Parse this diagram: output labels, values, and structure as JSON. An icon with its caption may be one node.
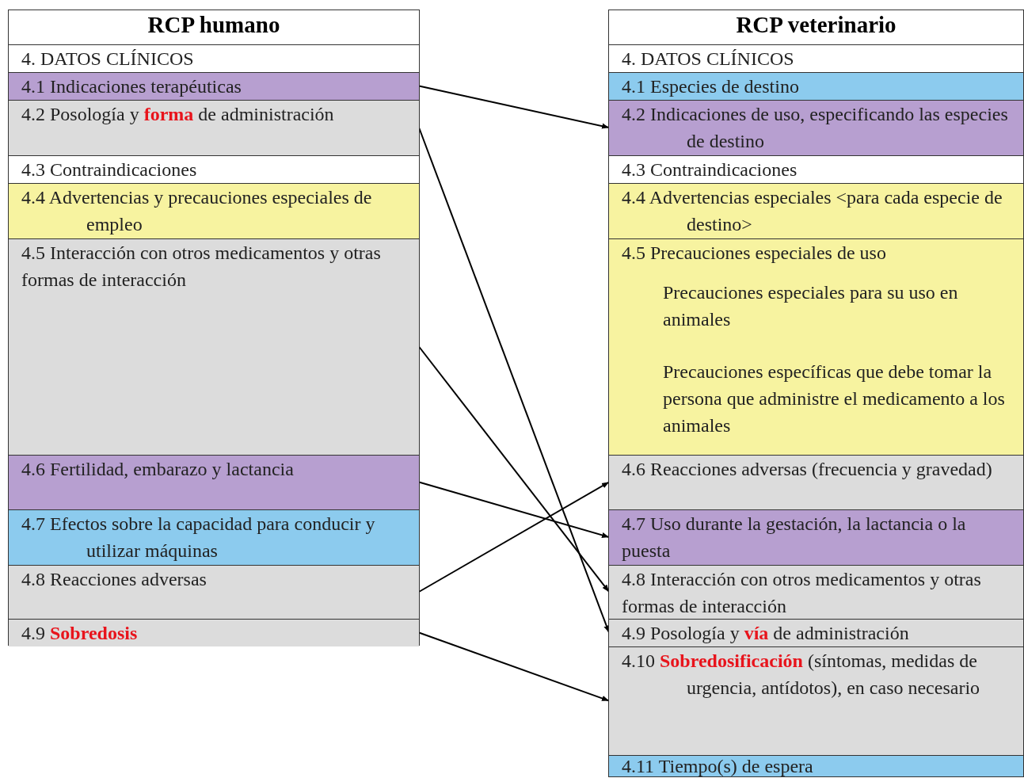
{
  "diagram": {
    "nodes": [
      {
        "text": [
          "RCP humano"
        ]
      },
      {
        "text": [
          "4. DATOS CLÍNICOS"
        ],
        "in": 0
      },
      {
        "text": [
          "4.1 Indicaciones terapéuticas"
        ],
        "in": 0
      },
      {
        "text": [
          "4.2 Posología y **forma** de administración"
        ],
        "in": 0
      },
      {
        "text": [
          "4.3 Contraindicaciones"
        ],
        "in": 0
      },
      {
        "text": [
          "4.4 Advertencias y precauciones especiales de empleo"
        ],
        "in": 0
      },
      {
        "text": [
          "4.5 Interacción con otros medicamentos y otras formas de interacción"
        ],
        "in": 0
      },
      {
        "text": [
          "4.6 Fertilidad, embarazo y lactancia"
        ],
        "in": 0
      },
      {
        "text": [
          "4.7 Efectos sobre la capacidad para conducir y utilizar máquinas"
        ],
        "in": 0
      },
      {
        "text": [
          "4.8  Reacciones adversas"
        ],
        "in": 0
      },
      {
        "text": [
          "4.9 **Sobredosis**"
        ],
        "in": 0
      },
      {
        "text": [
          "RCP veterinario"
        ]
      },
      {
        "text": [
          "4. DATOS CLÍNICOS"
        ],
        "in": 11
      },
      {
        "text": [
          "4.1 Especies de destino"
        ],
        "in": 11
      },
      {
        "text": [
          "4.2 Indicaciones de uso, especificando las especies de destino"
        ],
        "in": 11
      },
      {
        "text": [
          "4.3 Contraindicaciones"
        ],
        "in": 11
      },
      {
        "text": [
          "4.4 Advertencias especiales <para cada especie de destino>"
        ],
        "in": 11
      },
      {
        "text": [
          "4.5 Precauciones especiales de uso",
          "Precauciones especiales para su uso en animales",
          "Precauciones específicas que debe tomar la persona que administre el medicamento a los animales"
        ],
        "in": 11
      },
      {
        "text": [
          "4.6 Reacciones adversas (frecuencia y gravedad)"
        ],
        "in": 11
      },
      {
        "text": [
          "4.7 Uso durante la gestación, la lactancia o la puesta"
        ],
        "in": 11
      },
      {
        "text": [
          "4.8 Interacción con otros medicamentos y otras formas de interacción"
        ],
        "in": 11
      },
      {
        "text": [
          "4.9 Posología y **vía** de administración"
        ],
        "in": 11
      },
      {
        "text": [
          "4.10 **Sobredosificación** (síntomas, medidas de urgencia, antídotos), en caso necesario"
        ],
        "in": 11
      },
      {
        "text": [
          "4.11 Tiempo(s) de espera"
        ],
        "in": 11
      }
    ],
    "edges": [
      {
        "from": 2,
        "to": 14,
        "arrow": "to"
      },
      {
        "from": 3,
        "to": 21,
        "arrow": "to"
      },
      {
        "from": 6,
        "to": 20,
        "arrow": "to"
      },
      {
        "from": 7,
        "to": 19,
        "arrow": "to"
      },
      {
        "from": 9,
        "to": 18,
        "arrow": "to"
      },
      {
        "from": 10,
        "to": 22,
        "arrow": "to"
      }
    ]
  }
}
